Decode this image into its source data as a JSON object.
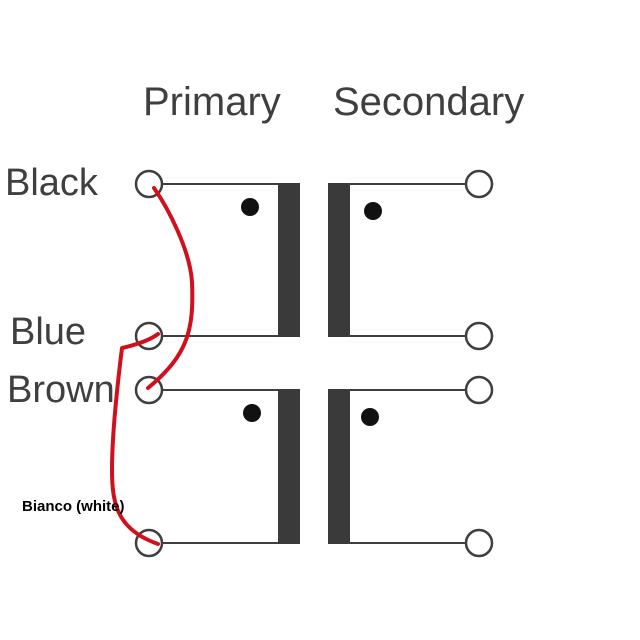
{
  "headers": {
    "primary": "Primary",
    "secondary": "Secondary"
  },
  "labels": {
    "black": "Black",
    "blue": "Blue",
    "brown": "Brown",
    "bianco": "Bianco (white)"
  },
  "colors": {
    "line": "#3f3f3f",
    "core": "#3a3a3a",
    "dot": "#111111",
    "wire": "#d0101c",
    "text": "#3f3f3f"
  }
}
